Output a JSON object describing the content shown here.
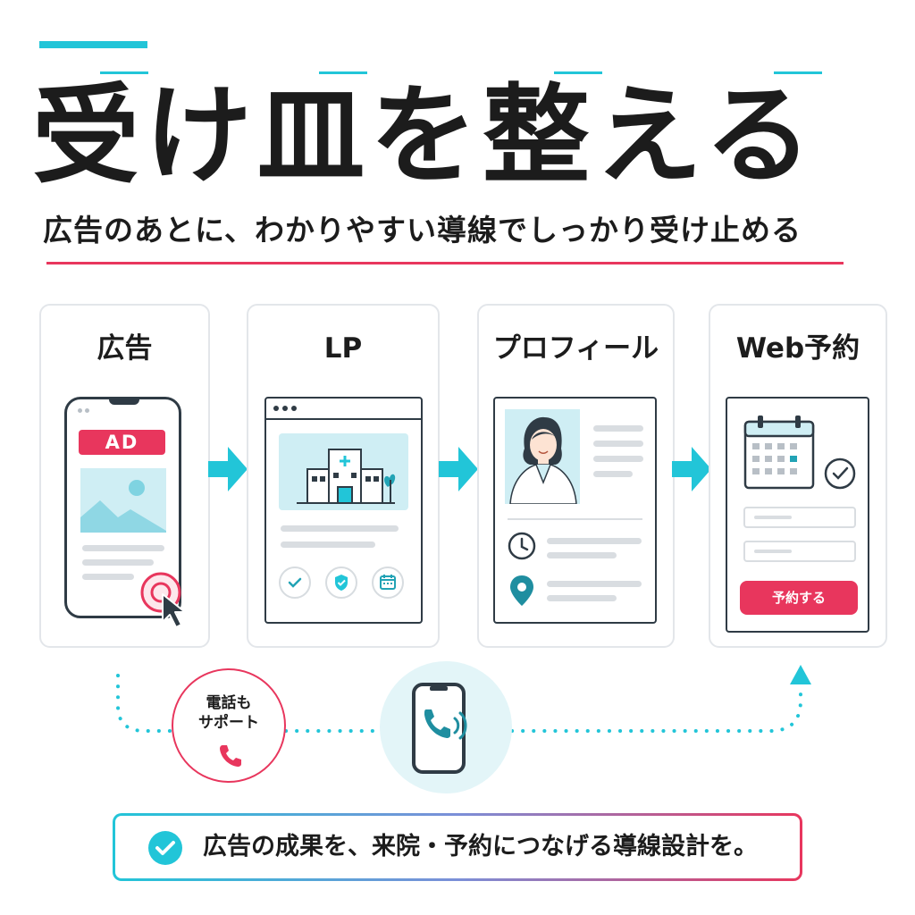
{
  "header": {
    "title": "受け皿を整える",
    "subtitle": "広告のあとに、わかりやすい導線でしっかり受け止める"
  },
  "steps": [
    {
      "title": "広告",
      "badge": "AD"
    },
    {
      "title": "LP"
    },
    {
      "title": "プロフィール"
    },
    {
      "title": "Web予約",
      "button_label": "予約する"
    }
  ],
  "phone_support": {
    "label": "電話も\nサポート"
  },
  "summary": {
    "text": "広告の成果を、来院・予約につなげる導線設計を。"
  },
  "colors": {
    "accent_cyan": "#22c5d8",
    "accent_pink": "#e8365d",
    "ink": "#1c1c1c",
    "outline": "#2f3b45"
  },
  "icons": [
    "cursor-icon",
    "tap-icon",
    "image-icon",
    "hospital-icon",
    "check-icon",
    "shield-icon",
    "calendar-icon",
    "clock-icon",
    "location-pin-icon",
    "phone-icon",
    "smartphone-icon",
    "arrow-right-icon",
    "arrow-up-icon"
  ]
}
